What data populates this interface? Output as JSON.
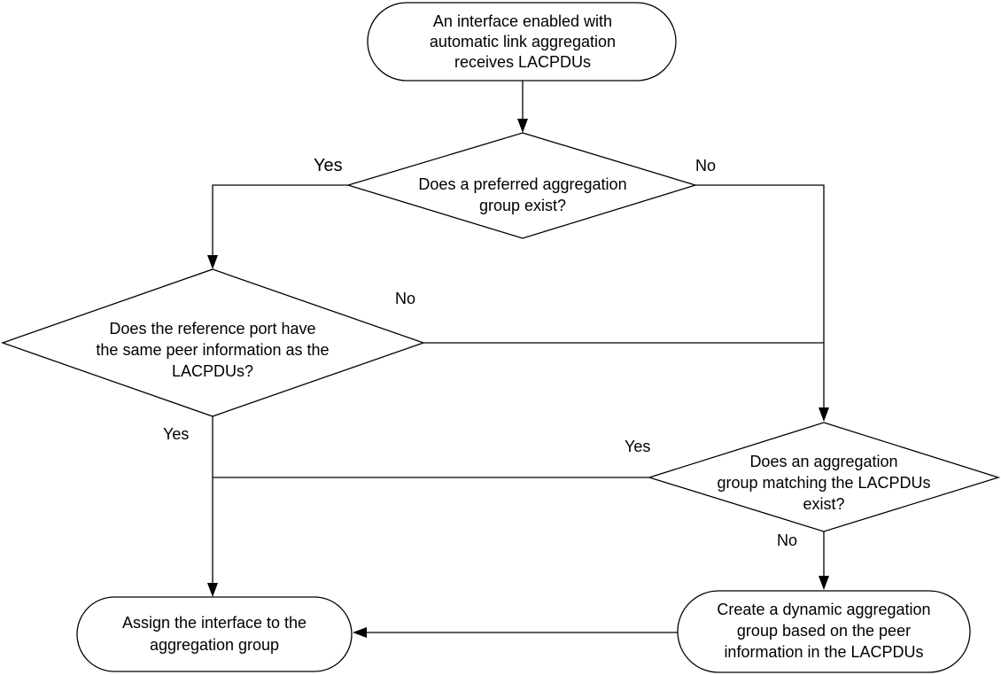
{
  "nodes": {
    "start": [
      "An interface enabled with",
      "automatic link aggregation",
      "receives LACPDUs"
    ],
    "d1": [
      "Does a preferred aggregation",
      "group exist?"
    ],
    "d2": [
      "Does the reference port have",
      "the same peer information as the",
      "LACPDUs?"
    ],
    "d3": [
      "Does an aggregation",
      "group matching the LACPDUs",
      "exist?"
    ],
    "assign": [
      "Assign the interface to the",
      "aggregation group"
    ],
    "create": [
      "Create a dynamic aggregation",
      "group based on the peer",
      "information in the LACPDUs"
    ]
  },
  "labels": {
    "d1_yes": "Yes",
    "d1_no": "No",
    "d2_no": "No",
    "d2_yes": "Yes",
    "d3_yes": "Yes",
    "d3_no": "No"
  }
}
